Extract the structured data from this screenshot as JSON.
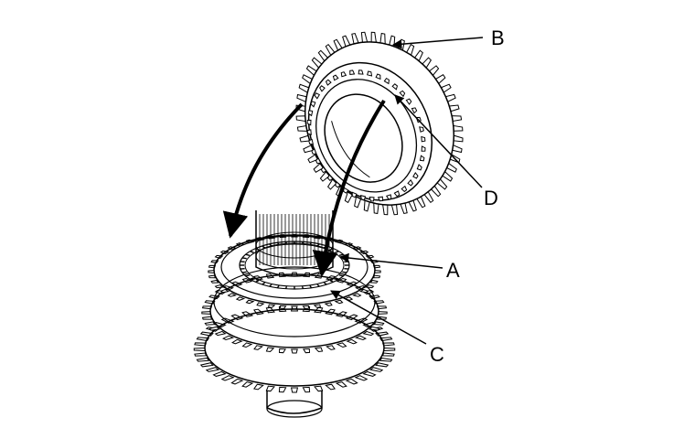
{
  "callouts": {
    "a": {
      "label": "A"
    },
    "b": {
      "label": "B"
    },
    "c": {
      "label": "C"
    },
    "d": {
      "label": "D"
    }
  },
  "colors": {
    "ink": "#000000",
    "paper": "#ffffff"
  },
  "icons": {
    "arrowhead": "filled-triangle-arrowhead"
  }
}
